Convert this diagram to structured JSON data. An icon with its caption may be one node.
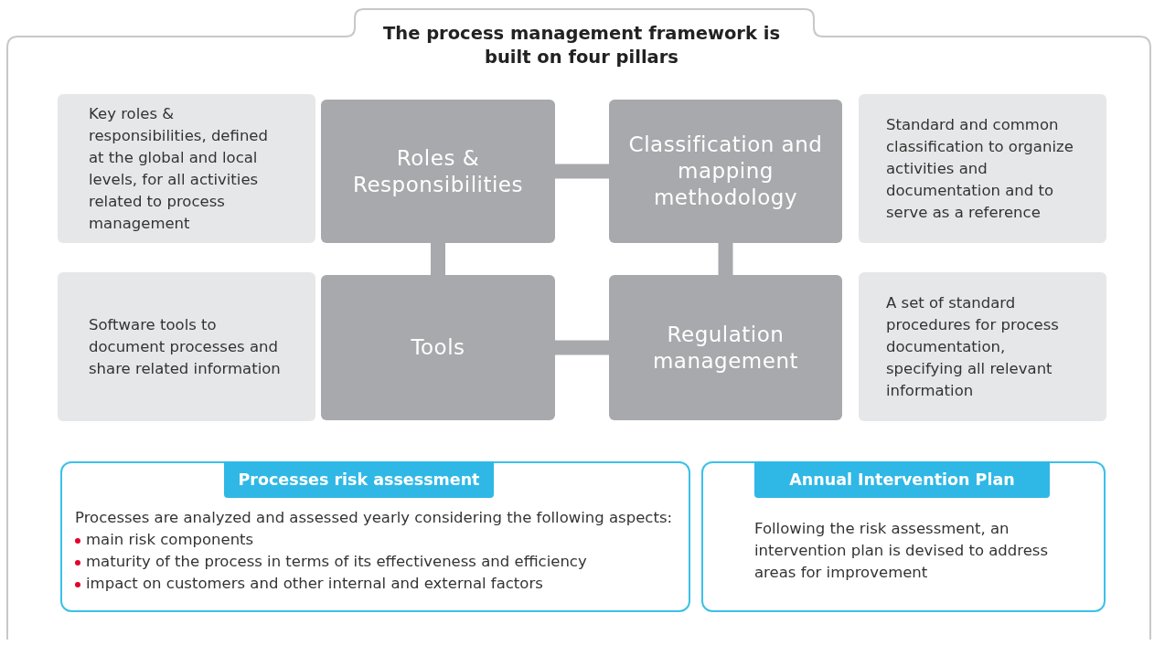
{
  "diagram": {
    "title": "The process management framework is built on four pillars",
    "nodes": [
      {
        "text": [
          "Key roles & responsibilities, defined at the global and local levels, for all activities related to process management"
        ]
      },
      {
        "text": [
          "Roles & Responsibilities"
        ]
      },
      {
        "text": [
          "Classification and mapping methodology"
        ]
      },
      {
        "text": [
          "Standard and common classification to organize activities and documentation and to serve as a reference"
        ]
      },
      {
        "text": [
          "Software tools to document processes and share related information"
        ]
      },
      {
        "text": [
          "Tools"
        ]
      },
      {
        "text": [
          "Regulation management"
        ]
      },
      {
        "text": [
          "A set of standard procedures for process documentation, specifying all relevant information"
        ]
      },
      {
        "text": [
          "Processes risk assessment",
          "Processes are analyzed and assessed yearly considering the following aspects:",
          "main risk components",
          "maturity of the process in terms of its effectiveness and efficiency",
          "impact on customers and other internal and external factors"
        ]
      },
      {
        "text": [
          "Annual Intervention Plan",
          "Following the risk assessment, an intervention plan is devised to address areas for improvement"
        ]
      }
    ],
    "edges": [
      {
        "from": 1,
        "to": 2,
        "arrow": "none"
      },
      {
        "from": 1,
        "to": 5,
        "arrow": "none"
      },
      {
        "from": 2,
        "to": 6,
        "arrow": "none"
      },
      {
        "from": 5,
        "to": 6,
        "arrow": "none"
      }
    ]
  }
}
